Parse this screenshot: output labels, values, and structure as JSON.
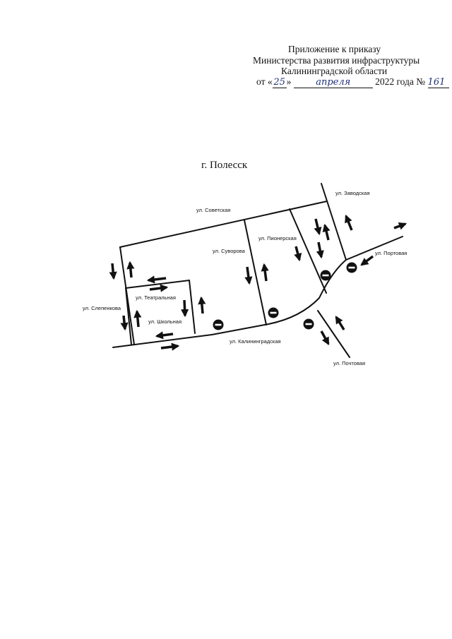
{
  "header": {
    "line1": "Приложение к приказу",
    "line2": "Министерства развития инфраструктуры",
    "line3": "Калининградской области",
    "date_prefix": "от «",
    "date_day": "25",
    "date_mid": "»",
    "date_month": "апреля",
    "date_year_text": "2022 года №",
    "order_number": "161"
  },
  "city_title": "г. Полесск",
  "streets": {
    "sovetskaya": "ул. Советская",
    "zavodskaya": "ул. Заводская",
    "pionerskaya": "ул. Пионерская",
    "suvorova": "ул. Суворова",
    "portovaya": "ул. Портовая",
    "teatralnaya": "ул. Театральная",
    "slepenkova": "ул. Слепенкова",
    "shkolnaya": "ул. Школьная",
    "kaliningradskaya": "ул. Калининградская",
    "pochtovaya": "ул. Почтовая"
  },
  "colors": {
    "ink": "#111111",
    "handwriting": "#1d2f7a"
  }
}
